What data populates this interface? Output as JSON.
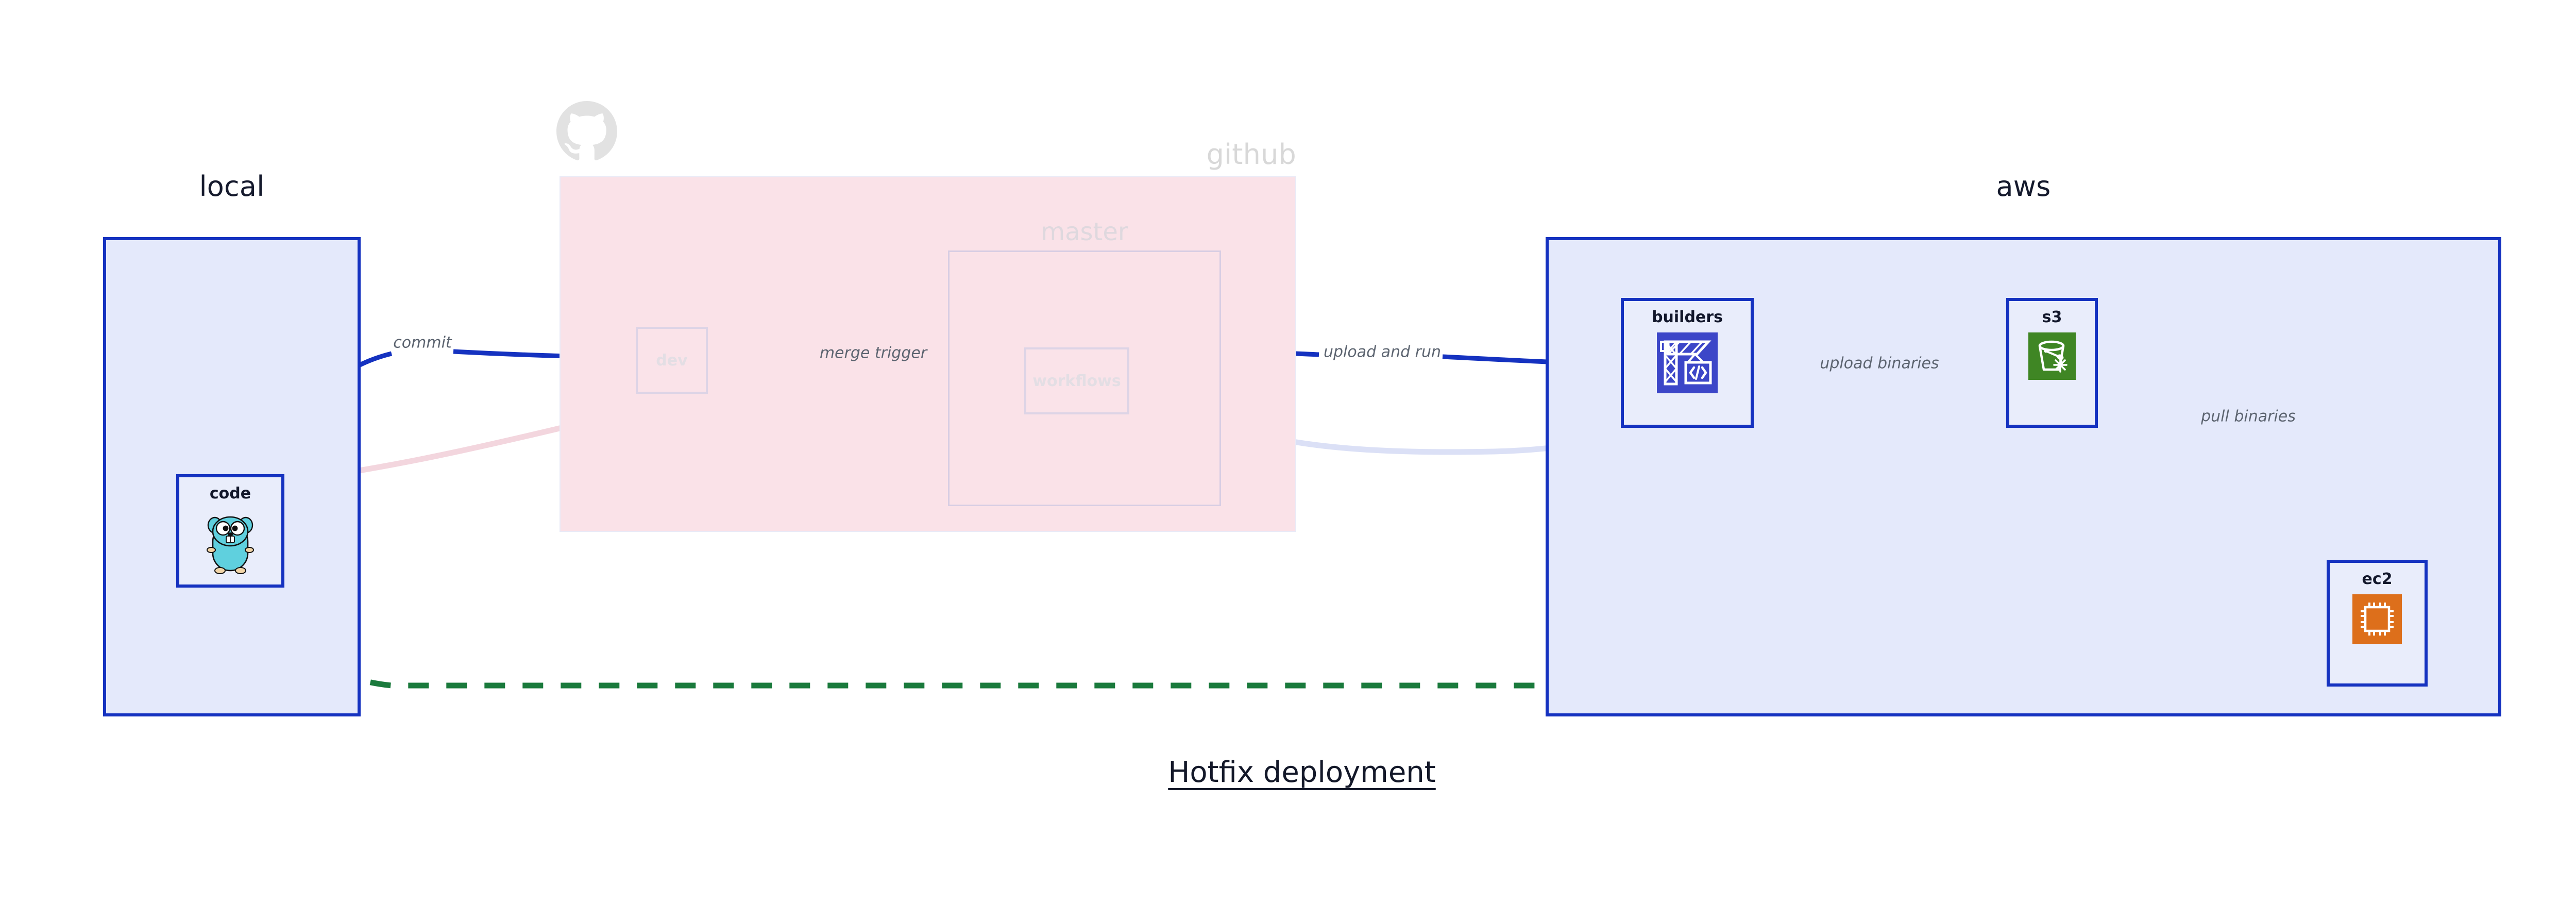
{
  "diagram": {
    "caption": "Hotfix deployment",
    "groups": [
      {
        "key": "local",
        "label": "local",
        "accent": "#1532c0",
        "fill": "#e4e9fb",
        "faded": false
      },
      {
        "key": "github",
        "label": "github",
        "accent": "#e9eaf7",
        "fill": "#fae2e8",
        "faded": true,
        "watermark_icon": "github-octocat-icon",
        "subgroups": [
          {
            "key": "master",
            "label": "master"
          }
        ]
      },
      {
        "key": "aws",
        "label": "aws",
        "accent": "#1532c0",
        "fill": "#e4e9fb",
        "faded": false
      }
    ],
    "nodes": [
      {
        "key": "code",
        "label": "code",
        "group": "local",
        "icon": "go-gopher-icon",
        "faded": false
      },
      {
        "key": "dev",
        "label": "dev",
        "group": "github",
        "icon": "none",
        "faded": true
      },
      {
        "key": "workflows",
        "label": "workflows",
        "group": "github",
        "icon": "none",
        "faded": true
      },
      {
        "key": "builders",
        "label": "builders",
        "group": "aws",
        "icon": "aws-codebuild-icon",
        "faded": false
      },
      {
        "key": "s3",
        "label": "s3",
        "group": "aws",
        "icon": "aws-s3-glacier-icon",
        "faded": false
      },
      {
        "key": "ec2",
        "label": "ec2",
        "group": "aws",
        "icon": "aws-ec2-chip-icon",
        "faded": false
      }
    ],
    "edges": [
      {
        "key": "commit",
        "label": "commit",
        "from": "code",
        "to": "dev",
        "color": "#1532c0",
        "style": "solid",
        "faded": false
      },
      {
        "key": "merge-trigger",
        "label": "merge trigger",
        "from": "dev",
        "to": "workflows",
        "color": "#1532c0",
        "style": "solid",
        "faded": false
      },
      {
        "key": "upload-and-run",
        "label": "upload and run",
        "from": "workflows",
        "to": "builders",
        "color": "#1532c0",
        "style": "solid",
        "faded": false
      },
      {
        "key": "upload-binaries",
        "label": "upload binaries",
        "from": "builders",
        "to": "s3",
        "color": "#1532c0",
        "style": "solid",
        "faded": false
      },
      {
        "key": "pull-binaries",
        "label": "pull binaries",
        "from": "s3",
        "to": "ec2",
        "color": "#1532c0",
        "style": "solid",
        "faded": false
      },
      {
        "key": "hotfix-direct",
        "label": "",
        "from": "code",
        "to": "ec2",
        "color": "#1a7a3c",
        "style": "dashed",
        "faded": false
      }
    ],
    "ghost_edges": [
      {
        "key": "ghost-code-to-dev",
        "color": "#f3d6de"
      },
      {
        "key": "ghost-dev-to-workflows",
        "color": "#ded8ec"
      },
      {
        "key": "ghost-workflows-to-aws",
        "color": "#dbe0f6"
      }
    ],
    "colors": {
      "accent_blue": "#1532c0",
      "group_fill_blue": "#e4e9fb",
      "group_fill_pink": "#fae2e8",
      "dashed_green": "#1a7a3c",
      "label_grey": "#5c6470",
      "text_dark": "#131829",
      "icon_codebuild_bg": "#3c46c8",
      "icon_s3_bg": "#3f8624",
      "icon_ec2_bg": "#dd6f1b",
      "gopher_body": "#5fd0de"
    }
  }
}
